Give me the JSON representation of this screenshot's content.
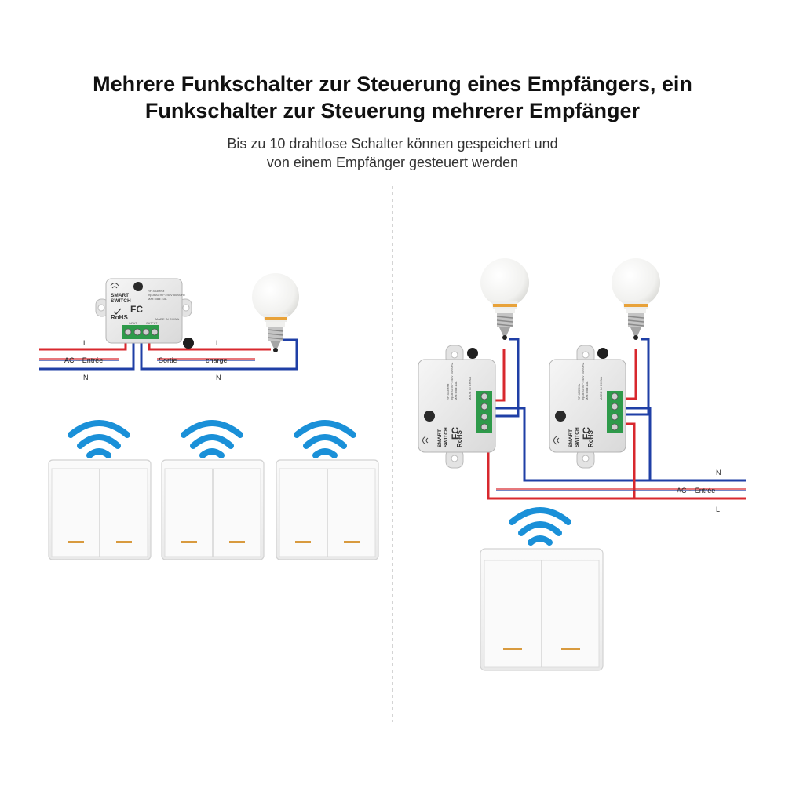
{
  "header": {
    "title_line1": "Mehrere Funkschalter zur Steuerung eines Empfängers, ein",
    "title_line2": "Funkschalter zur Steuerung mehrerer Empfänger",
    "subtitle_line1": "Bis zu 10 drahtlose Schalter können gespeichert und",
    "subtitle_line2": "von einem Empfänger gesteuert werden"
  },
  "left_diagram": {
    "wire_L": "L",
    "wire_N": "N",
    "input_label": "AC ~ Entrée",
    "output_label": "Sortie",
    "load_label": "charge",
    "load_L": "L",
    "load_N": "N"
  },
  "receiver": {
    "brand_line1": "SMART",
    "brand_line2": "SWITCH",
    "fc_mark": "FC",
    "rohs_mark": "RoHS",
    "spec_line1": "RF 433MHz",
    "spec_line2": "Input:AC90~240V 50/60HZ",
    "spec_line3": "Max load:10A",
    "made_in": "MADE IN CHINA",
    "input_term": "INPUT",
    "output_term": "OUTPUT"
  },
  "right_diagram": {
    "wire_N": "N",
    "input_label": "AC ~ Entrée",
    "wire_L": "L"
  },
  "colors": {
    "live_wire": "#d8282e",
    "neutral_wire": "#1f3fa6",
    "wifi_icon": "#1a90d8",
    "terminal_block": "#2e9a4a",
    "bulb_base_ring": "#e8a23a"
  },
  "icons": [
    "wifi-icon",
    "light-bulb-icon",
    "receiver-module-icon",
    "wall-switch-icon"
  ]
}
